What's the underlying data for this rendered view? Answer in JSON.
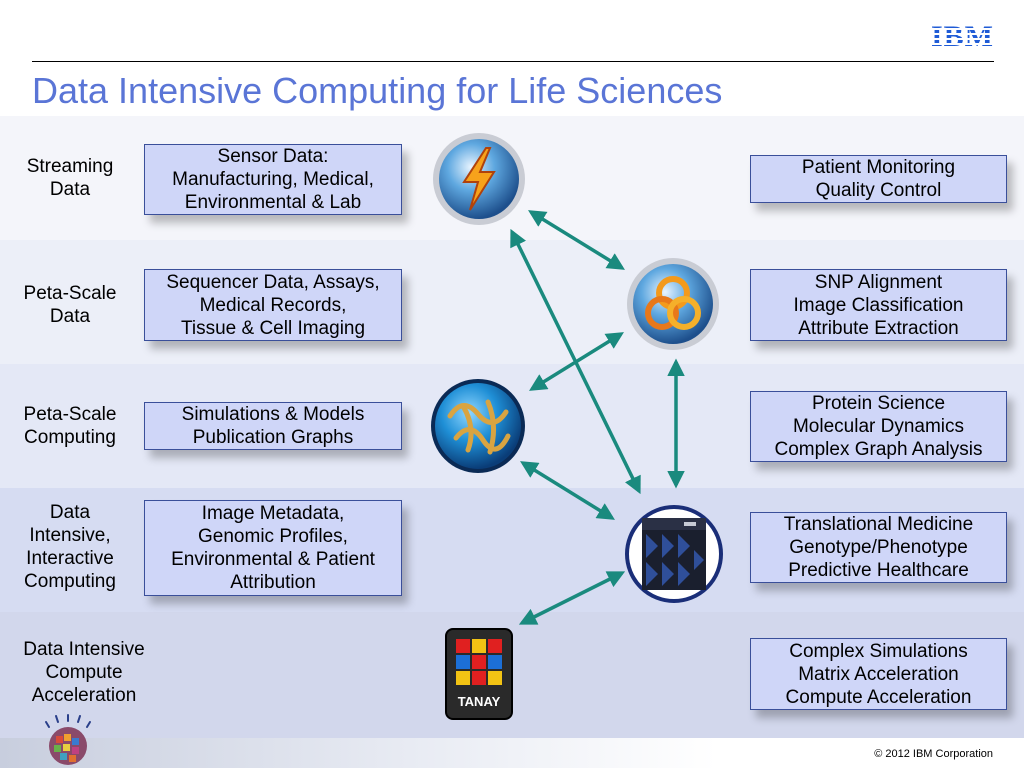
{
  "header": {
    "logo_text": "IBM",
    "title": "Data Intensive Computing for Life Sciences"
  },
  "rows": [
    {
      "label": [
        "Streaming",
        "Data"
      ],
      "input": [
        "Sensor Data:",
        "Manufacturing, Medical,",
        "Environmental & Lab"
      ],
      "output": [
        "Patient Monitoring",
        "Quality Control"
      ]
    },
    {
      "label": [
        "Peta-Scale",
        "Data"
      ],
      "input": [
        "Sequencer Data, Assays,",
        "Medical Records,",
        "Tissue & Cell Imaging"
      ],
      "output": [
        "SNP Alignment",
        "Image Classification",
        "Attribute Extraction"
      ]
    },
    {
      "label": [
        "Peta-Scale",
        "Computing"
      ],
      "input": [
        "Simulations & Models",
        "Publication Graphs"
      ],
      "output": [
        "Protein Science",
        "Molecular Dynamics",
        "Complex Graph Analysis"
      ]
    },
    {
      "label": [
        "Data",
        "Intensive,",
        "Interactive",
        "Computing"
      ],
      "input": [
        "Image Metadata,",
        "Genomic Profiles,",
        "Environmental & Patient",
        "Attribution"
      ],
      "output": [
        "Translational Medicine",
        "Genotype/Phenotype",
        "Predictive Healthcare"
      ]
    },
    {
      "label": [
        "Data Intensive",
        "Compute",
        "Acceleration"
      ],
      "input": [],
      "output": [
        "Complex Simulations",
        "Matrix Acceleration",
        "Compute Acceleration"
      ]
    }
  ],
  "icons": {
    "streaming": "lightning-sphere-icon",
    "petascale_data": "trefoil-knot-sphere-icon",
    "petascale_computing": "protein-ribbon-sphere-icon",
    "interactive": "server-rack-icon",
    "acceleration": "tanay-chip-icon",
    "tanay_text": "TANAY"
  },
  "colors": {
    "title": "#5a75d6",
    "box_fill": "#cfd6f8",
    "box_border": "#3a4f9a",
    "arrow": "#1a8a7e"
  },
  "footer": {
    "copyright": "© 2012 IBM Corporation"
  }
}
